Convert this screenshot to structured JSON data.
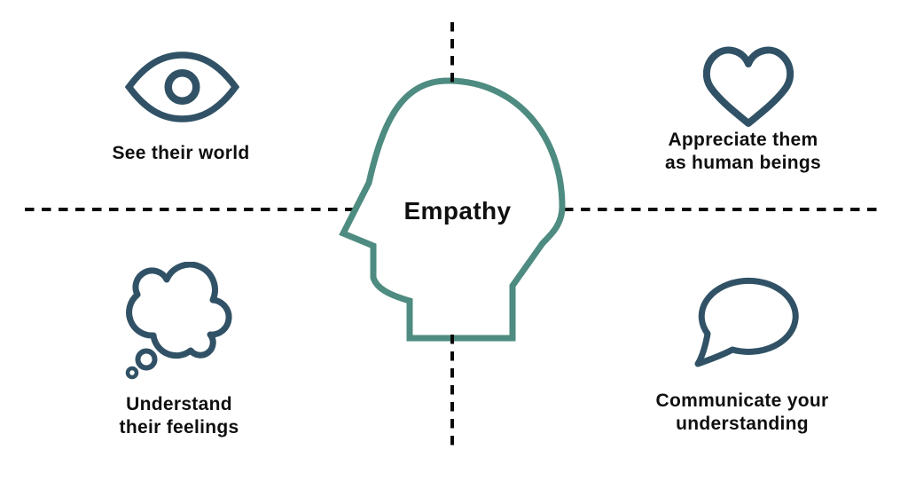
{
  "figure": {
    "type": "empathy-quadrant-diagram"
  },
  "colors": {
    "background": "#ffffff",
    "head_stroke": "#4e8b80",
    "icon_stroke": "#315266",
    "text_color": "#0f0f0f",
    "dash_color": "#0a0a0a"
  },
  "center": {
    "label": "Empathy",
    "icon": "head-profile-outline"
  },
  "quadrants": [
    {
      "position": "top-left",
      "icon": "eye-icon",
      "lines": [
        "See their world"
      ]
    },
    {
      "position": "top-right",
      "icon": "heart-icon",
      "lines": [
        "Appreciate them",
        "as human beings"
      ]
    },
    {
      "position": "bottom-left",
      "icon": "thought-bubble-icon",
      "lines": [
        "Understand",
        "their feelings"
      ]
    },
    {
      "position": "bottom-right",
      "icon": "speech-bubble-icon",
      "lines": [
        "Communicate your",
        "understanding"
      ]
    }
  ]
}
